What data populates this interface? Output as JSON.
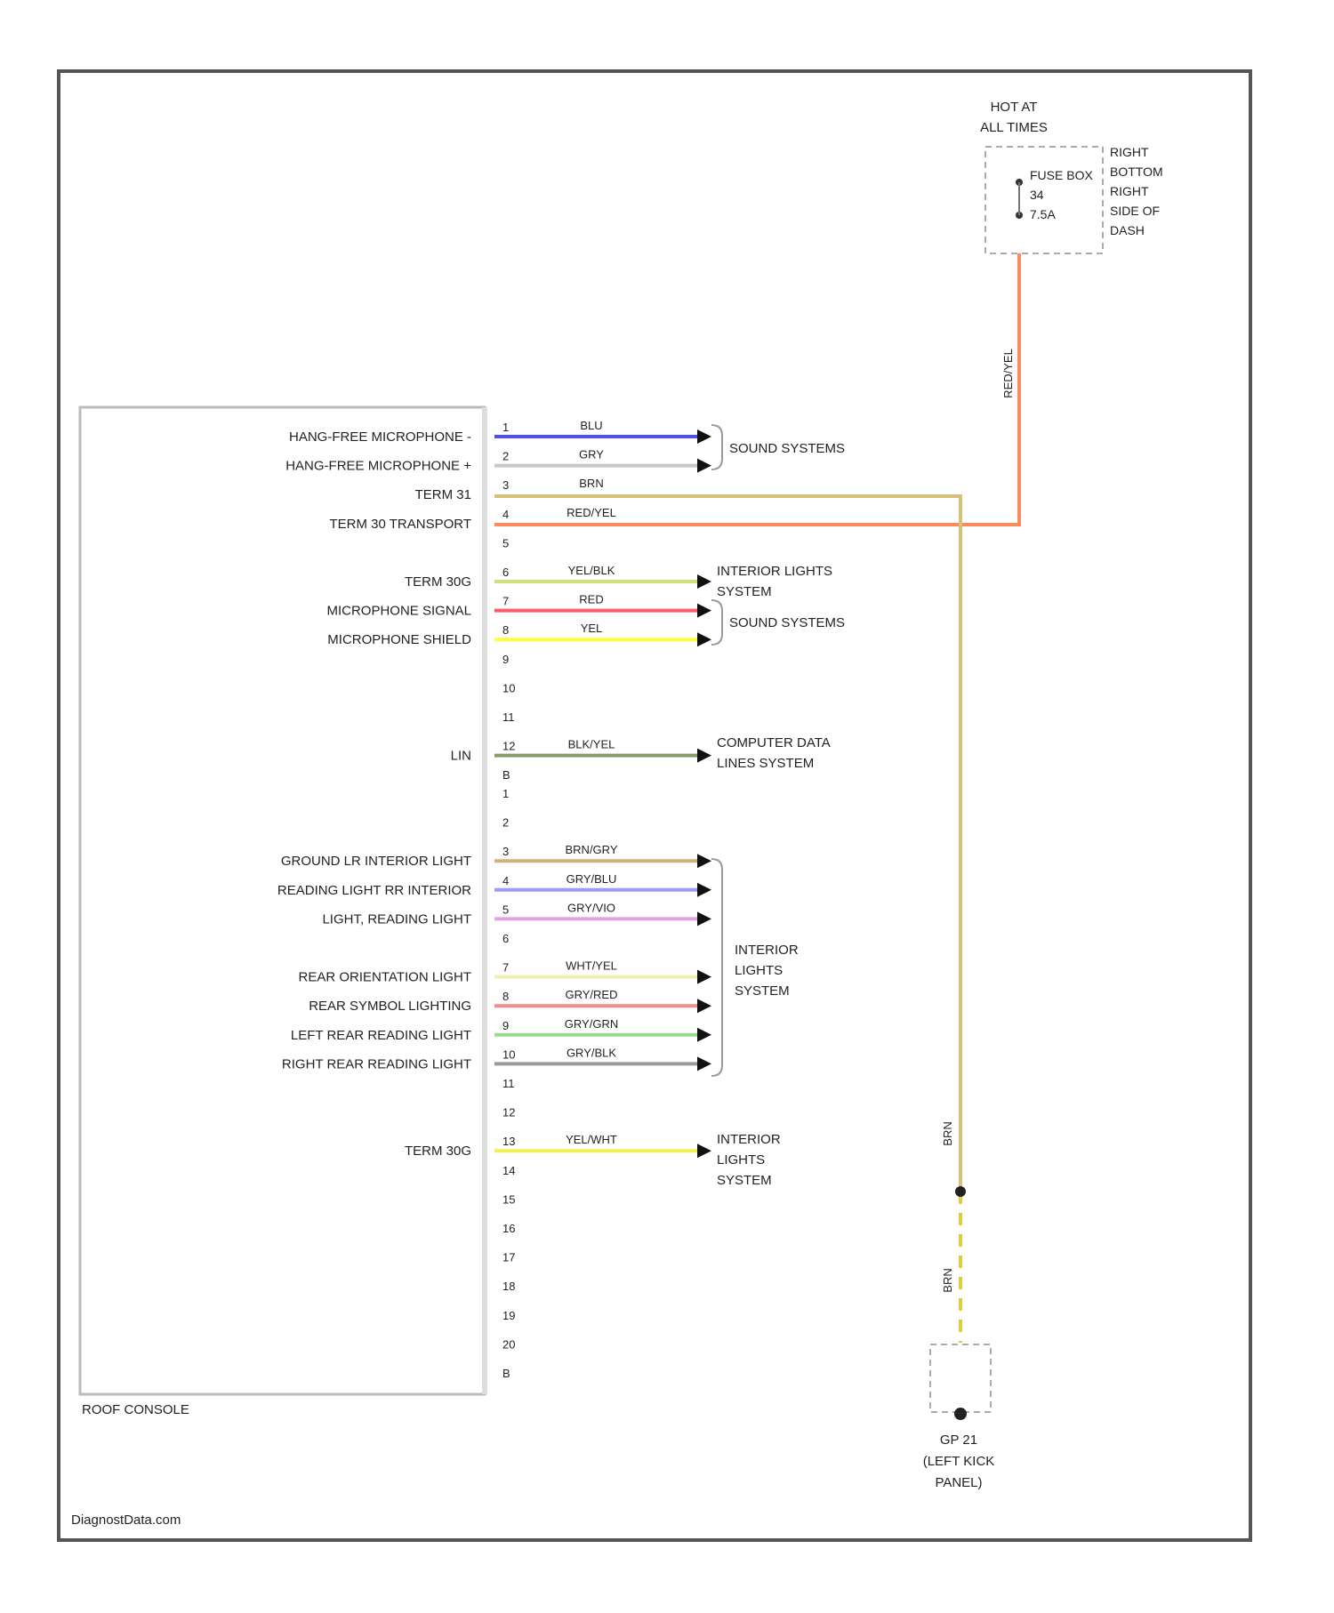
{
  "hot_at_all_times": [
    "HOT AT",
    "ALL TIMES"
  ],
  "fuse": {
    "name": "FUSE BOX",
    "number": "34",
    "rating": "7.5A"
  },
  "fuse_location": [
    "RIGHT",
    "BOTTOM",
    "RIGHT",
    "SIDE OF",
    "DASH"
  ],
  "feed_wire": "RED/YEL",
  "module_label": "ROOF CONSOLE",
  "watermark": "DiagnostData.com",
  "upper_pins": [
    {
      "num": "1",
      "label": "HANG-FREE MICROPHONE -",
      "wire": "BLU",
      "color": "#4d4dff",
      "arrow": true
    },
    {
      "num": "2",
      "label": "HANG-FREE MICROPHONE +",
      "wire": "GRY",
      "color": "#c8c8c8",
      "arrow": true
    },
    {
      "num": "3",
      "label": "TERM 31",
      "wire": "BRN",
      "color": "#d6c07a",
      "arrow": false
    },
    {
      "num": "4",
      "label": "TERM 30 TRANSPORT",
      "wire": "RED/YEL",
      "color": "#ff8a5c",
      "arrow": false
    },
    {
      "num": "5",
      "label": "",
      "wire": "",
      "color": "",
      "arrow": false
    },
    {
      "num": "6",
      "label": "TERM 30G",
      "wire": "YEL/BLK",
      "color": "#d2e07a",
      "arrow": true
    },
    {
      "num": "7",
      "label": "MICROPHONE SIGNAL",
      "wire": "RED",
      "color": "#ff5a6e",
      "arrow": true
    },
    {
      "num": "8",
      "label": "MICROPHONE SHIELD",
      "wire": "YEL",
      "color": "#ffff3c",
      "arrow": true
    },
    {
      "num": "9",
      "label": "",
      "wire": "",
      "color": "",
      "arrow": false
    },
    {
      "num": "10",
      "label": "",
      "wire": "",
      "color": "",
      "arrow": false
    },
    {
      "num": "11",
      "label": "",
      "wire": "",
      "color": "",
      "arrow": false
    },
    {
      "num": "12",
      "label": "LIN",
      "wire": "BLK/YEL",
      "color": "#8a9a6a",
      "arrow": true
    },
    {
      "num": "B",
      "label": "",
      "wire": "",
      "color": "",
      "arrow": false
    }
  ],
  "lower_pins": [
    {
      "num": "1",
      "label": "",
      "wire": "",
      "color": "",
      "arrow": false
    },
    {
      "num": "2",
      "label": "",
      "wire": "",
      "color": "",
      "arrow": false
    },
    {
      "num": "3",
      "label": "GROUND LR INTERIOR LIGHT",
      "wire": "BRN/GRY",
      "color": "#cfb47a",
      "arrow": true
    },
    {
      "num": "4",
      "label": "READING LIGHT RR INTERIOR",
      "wire": "GRY/BLU",
      "color": "#9a9aff",
      "arrow": true
    },
    {
      "num": "5",
      "label": "LIGHT, READING LIGHT",
      "wire": "GRY/VIO",
      "color": "#e6a0e6",
      "arrow": true
    },
    {
      "num": "6",
      "label": "",
      "wire": "",
      "color": "",
      "arrow": false
    },
    {
      "num": "7",
      "label": "REAR ORIENTATION LIGHT",
      "wire": "WHT/YEL",
      "color": "#f0f0b4",
      "arrow": true
    },
    {
      "num": "8",
      "label": "REAR SYMBOL LIGHTING",
      "wire": "GRY/RED",
      "color": "#f08c8c",
      "arrow": true
    },
    {
      "num": "9",
      "label": "LEFT REAR READING LIGHT",
      "wire": "GRY/GRN",
      "color": "#96dc8c",
      "arrow": true
    },
    {
      "num": "10",
      "label": "RIGHT REAR READING LIGHT",
      "wire": "GRY/BLK",
      "color": "#9a9a9a",
      "arrow": true
    },
    {
      "num": "11",
      "label": "",
      "wire": "",
      "color": "",
      "arrow": false
    },
    {
      "num": "12",
      "label": "",
      "wire": "",
      "color": "",
      "arrow": false
    },
    {
      "num": "13",
      "label": "TERM 30G",
      "wire": "YEL/WHT",
      "color": "#f0f050",
      "arrow": true
    },
    {
      "num": "14",
      "label": "",
      "wire": "",
      "color": "",
      "arrow": false
    },
    {
      "num": "15",
      "label": "",
      "wire": "",
      "color": "",
      "arrow": false
    },
    {
      "num": "16",
      "label": "",
      "wire": "",
      "color": "",
      "arrow": false
    },
    {
      "num": "17",
      "label": "",
      "wire": "",
      "color": "",
      "arrow": false
    },
    {
      "num": "18",
      "label": "",
      "wire": "",
      "color": "",
      "arrow": false
    },
    {
      "num": "19",
      "label": "",
      "wire": "",
      "color": "",
      "arrow": false
    },
    {
      "num": "20",
      "label": "",
      "wire": "",
      "color": "",
      "arrow": false
    },
    {
      "num": "B",
      "label": "",
      "wire": "",
      "color": "",
      "arrow": false
    }
  ],
  "destinations": {
    "sound_1": [
      "SOUND SYSTEMS"
    ],
    "interior_1": [
      "INTERIOR LIGHTS",
      "SYSTEM"
    ],
    "sound_2": [
      "SOUND SYSTEMS"
    ],
    "data_lines": [
      "COMPUTER DATA",
      "LINES SYSTEM"
    ],
    "interior_2": [
      "INTERIOR",
      "LIGHTS",
      "SYSTEM"
    ],
    "interior_3": [
      "INTERIOR",
      "LIGHTS",
      "SYSTEM"
    ]
  },
  "ground_wire_labels": [
    "BRN",
    "BRN"
  ],
  "ground": [
    "GP 21",
    "(LEFT KICK",
    "PANEL)"
  ]
}
